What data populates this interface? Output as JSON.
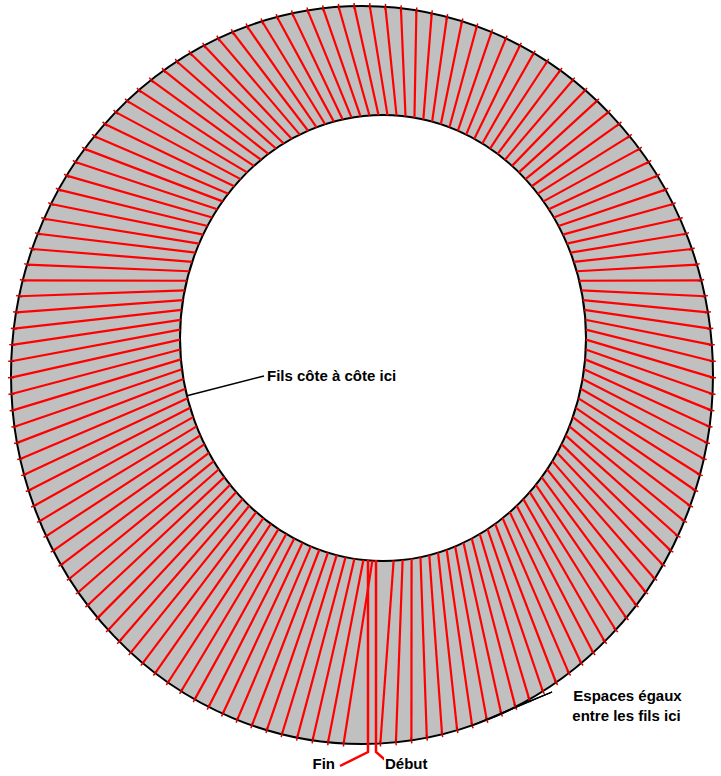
{
  "diagram": {
    "labels": [
      "Fils côte à côte ici",
      "Espaces égaux entre les fils ici",
      "Fin",
      "Début"
    ]
  }
}
